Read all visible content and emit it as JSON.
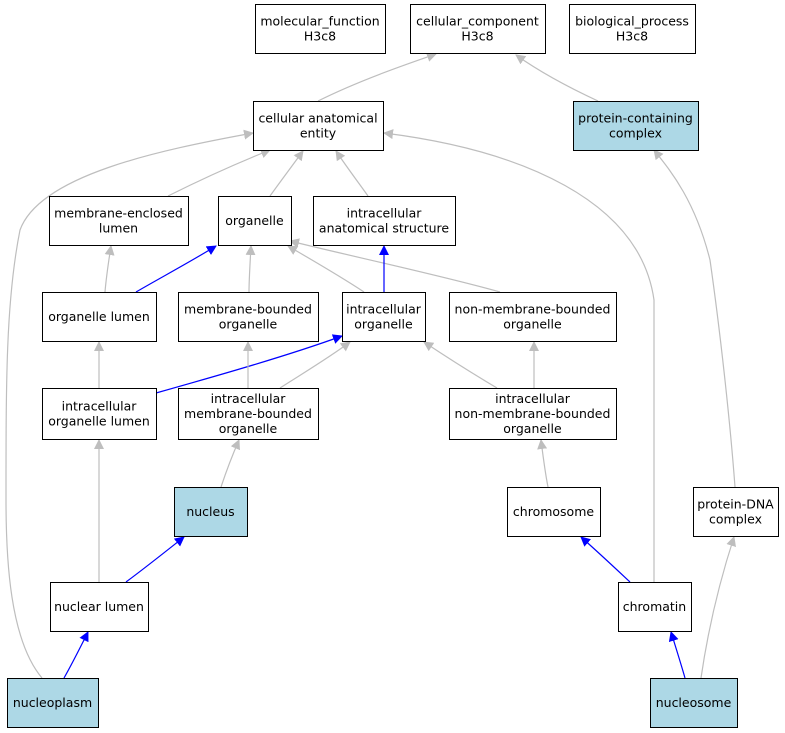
{
  "colors": {
    "highlight_fill": "#add8e6",
    "default_fill": "#ffffff",
    "edge_default": "#bebebe",
    "edge_highlight": "#0000ff"
  },
  "nodes": [
    {
      "id": "molecular_function",
      "lines": [
        "molecular_function",
        "H3c8"
      ],
      "highlighted": false
    },
    {
      "id": "cellular_component",
      "lines": [
        "cellular_component",
        "H3c8"
      ],
      "highlighted": false
    },
    {
      "id": "biological_process",
      "lines": [
        "biological_process",
        "H3c8"
      ],
      "highlighted": false
    },
    {
      "id": "cellular_anatomical_entity",
      "lines": [
        "cellular anatomical",
        "entity"
      ],
      "highlighted": false
    },
    {
      "id": "protein_containing_complex",
      "lines": [
        "protein-containing",
        "complex"
      ],
      "highlighted": true
    },
    {
      "id": "membrane_enclosed_lumen",
      "lines": [
        "membrane-enclosed",
        "lumen"
      ],
      "highlighted": false
    },
    {
      "id": "organelle",
      "lines": [
        "organelle"
      ],
      "highlighted": false
    },
    {
      "id": "intracellular_anatomical_structure",
      "lines": [
        "intracellular",
        "anatomical structure"
      ],
      "highlighted": false
    },
    {
      "id": "organelle_lumen",
      "lines": [
        "organelle lumen"
      ],
      "highlighted": false
    },
    {
      "id": "membrane_bounded_organelle",
      "lines": [
        "membrane-bounded",
        "organelle"
      ],
      "highlighted": false
    },
    {
      "id": "intracellular_organelle",
      "lines": [
        "intracellular",
        "organelle"
      ],
      "highlighted": false
    },
    {
      "id": "non_membrane_bounded_organelle",
      "lines": [
        "non-membrane-bounded",
        "organelle"
      ],
      "highlighted": false
    },
    {
      "id": "intracellular_organelle_lumen",
      "lines": [
        "intracellular",
        "organelle lumen"
      ],
      "highlighted": false
    },
    {
      "id": "intracellular_membrane_bounded_organelle",
      "lines": [
        "intracellular",
        "membrane-bounded",
        "organelle"
      ],
      "highlighted": false
    },
    {
      "id": "intracellular_non_membrane_bounded_organelle",
      "lines": [
        "intracellular",
        "non-membrane-bounded",
        "organelle"
      ],
      "highlighted": false
    },
    {
      "id": "nucleus",
      "lines": [
        "nucleus"
      ],
      "highlighted": true
    },
    {
      "id": "chromosome",
      "lines": [
        "chromosome"
      ],
      "highlighted": false
    },
    {
      "id": "protein_dna_complex",
      "lines": [
        "protein-DNA",
        "complex"
      ],
      "highlighted": false
    },
    {
      "id": "nuclear_lumen",
      "lines": [
        "nuclear lumen"
      ],
      "highlighted": false
    },
    {
      "id": "chromatin",
      "lines": [
        "chromatin"
      ],
      "highlighted": false
    },
    {
      "id": "nucleoplasm",
      "lines": [
        "nucleoplasm"
      ],
      "highlighted": true
    },
    {
      "id": "nucleosome",
      "lines": [
        "nucleosome"
      ],
      "highlighted": true
    }
  ],
  "edges": [
    {
      "from": "cellular_anatomical_entity",
      "to": "cellular_component",
      "highlighted": false
    },
    {
      "from": "protein_containing_complex",
      "to": "cellular_component",
      "highlighted": false
    },
    {
      "from": "membrane_enclosed_lumen",
      "to": "cellular_anatomical_entity",
      "highlighted": false
    },
    {
      "from": "organelle",
      "to": "cellular_anatomical_entity",
      "highlighted": false
    },
    {
      "from": "intracellular_anatomical_structure",
      "to": "cellular_anatomical_entity",
      "highlighted": false
    },
    {
      "from": "nucleoplasm",
      "to": "cellular_anatomical_entity",
      "highlighted": false
    },
    {
      "from": "chromatin",
      "to": "cellular_anatomical_entity",
      "highlighted": false
    },
    {
      "from": "protein_dna_complex",
      "to": "protein_containing_complex",
      "highlighted": false
    },
    {
      "from": "organelle_lumen",
      "to": "membrane_enclosed_lumen",
      "highlighted": false
    },
    {
      "from": "organelle_lumen",
      "to": "organelle",
      "highlighted": true
    },
    {
      "from": "membrane_bounded_organelle",
      "to": "organelle",
      "highlighted": false
    },
    {
      "from": "intracellular_organelle",
      "to": "organelle",
      "highlighted": false
    },
    {
      "from": "non_membrane_bounded_organelle",
      "to": "organelle",
      "highlighted": false
    },
    {
      "from": "intracellular_organelle",
      "to": "intracellular_anatomical_structure",
      "highlighted": true
    },
    {
      "from": "intracellular_organelle_lumen",
      "to": "organelle_lumen",
      "highlighted": false
    },
    {
      "from": "intracellular_organelle_lumen",
      "to": "intracellular_organelle",
      "highlighted": true
    },
    {
      "from": "intracellular_membrane_bounded_organelle",
      "to": "membrane_bounded_organelle",
      "highlighted": false
    },
    {
      "from": "intracellular_membrane_bounded_organelle",
      "to": "intracellular_organelle",
      "highlighted": false
    },
    {
      "from": "intracellular_non_membrane_bounded_organelle",
      "to": "intracellular_organelle",
      "highlighted": false
    },
    {
      "from": "intracellular_non_membrane_bounded_organelle",
      "to": "non_membrane_bounded_organelle",
      "highlighted": false
    },
    {
      "from": "nucleus",
      "to": "intracellular_membrane_bounded_organelle",
      "highlighted": false
    },
    {
      "from": "chromosome",
      "to": "intracellular_non_membrane_bounded_organelle",
      "highlighted": false
    },
    {
      "from": "nuclear_lumen",
      "to": "intracellular_organelle_lumen",
      "highlighted": false
    },
    {
      "from": "nuclear_lumen",
      "to": "nucleus",
      "highlighted": true
    },
    {
      "from": "chromatin",
      "to": "chromosome",
      "highlighted": true
    },
    {
      "from": "nucleoplasm",
      "to": "nuclear_lumen",
      "highlighted": true
    },
    {
      "from": "nucleosome",
      "to": "chromatin",
      "highlighted": true
    },
    {
      "from": "nucleosome",
      "to": "protein_dna_complex",
      "highlighted": false
    }
  ]
}
